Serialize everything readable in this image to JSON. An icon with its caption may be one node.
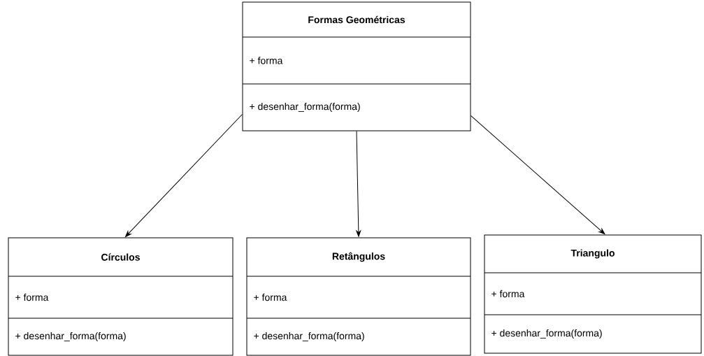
{
  "diagram": {
    "nodes": [
      {
        "text": [
          "Formas Geométricas",
          "+ forma",
          "+ desenhar_forma(forma)"
        ]
      },
      {
        "text": [
          "Círculos",
          "+ forma",
          "+ desenhar_forma(forma)"
        ]
      },
      {
        "text": [
          "Retângulos",
          "+ forma",
          "+ desenhar_forma(forma)"
        ]
      },
      {
        "text": [
          "Triangulo",
          "+ forma",
          "+ desenhar_forma(forma)"
        ]
      }
    ],
    "edges": [
      {
        "from": 0,
        "to": 1,
        "arrow": "to"
      },
      {
        "from": 0,
        "to": 2,
        "arrow": "to"
      },
      {
        "from": 0,
        "to": 3,
        "arrow": "to"
      }
    ]
  }
}
